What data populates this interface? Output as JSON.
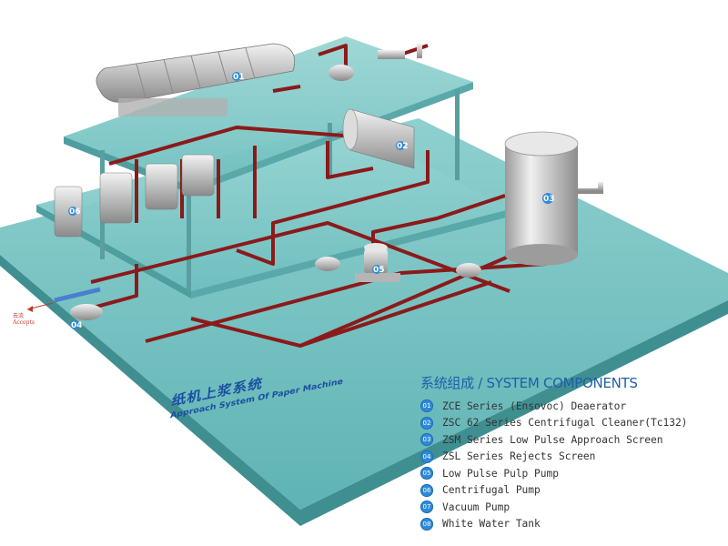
{
  "legend": {
    "title": "系统组成 / SYSTEM COMPONENTS",
    "items": [
      {
        "num": "01",
        "label": "ZCE Series (Ensovoc) Deaerator"
      },
      {
        "num": "02",
        "label": "ZSC 62 Series Centrifugal Cleaner(Tc132)"
      },
      {
        "num": "03",
        "label": "ZSM Series Low Pulse Approach Screen"
      },
      {
        "num": "04",
        "label": "ZSL Series Rejects Screen"
      },
      {
        "num": "05",
        "label": "Low Pulse Pulp Pump"
      },
      {
        "num": "06",
        "label": "Centrifugal Pump"
      },
      {
        "num": "07",
        "label": "Vacuum Pump"
      },
      {
        "num": "08",
        "label": "White Water Tank"
      }
    ]
  },
  "floor_text": {
    "title_cn": "纸机上浆系统",
    "title_en": "Approach System Of Paper Machine"
  },
  "outlet": {
    "label_cn": "去流",
    "label_en": "Accepts"
  },
  "markers": {
    "deaerator": "01",
    "cleaner": "02",
    "tank": "03",
    "pump_outlet": "04",
    "screen": "05",
    "cleaner_bank": "06"
  },
  "colors": {
    "platform": "#7ec8c8",
    "pipe": "#8b1a1a",
    "badge": "#2f8ad6",
    "title_blue": "#1f5fa8"
  }
}
